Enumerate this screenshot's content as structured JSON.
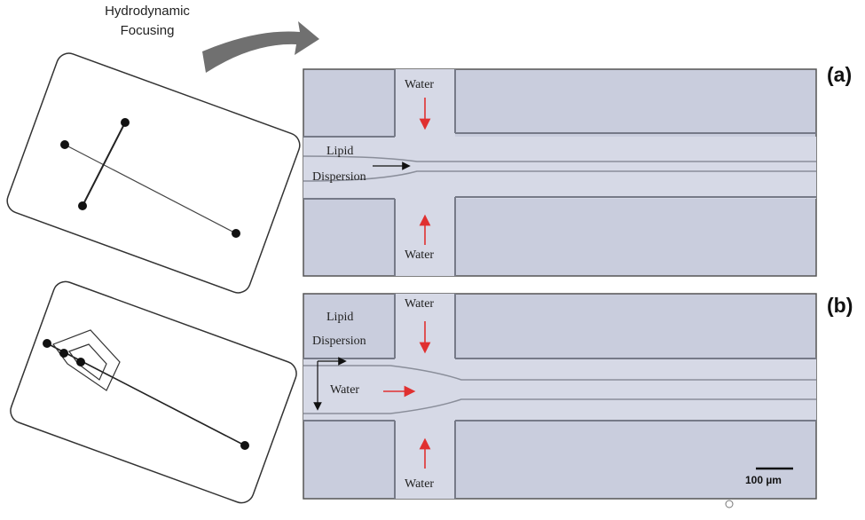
{
  "header": {
    "title_line1": "Hydrodynamic",
    "title_line2": "Focusing"
  },
  "panels": {
    "a": {
      "letter": "(a)",
      "labels": {
        "water_top": "Water",
        "water_bottom": "Water",
        "lipid_line1": "Lipid",
        "lipid_line2": "Dispersion"
      }
    },
    "b": {
      "letter": "(b)",
      "labels": {
        "water_top": "Water",
        "water_bottom": "Water",
        "water_side": "Water",
        "lipid_line1": "Lipid",
        "lipid_line2": "Dispersion"
      },
      "scale_bar": "100 µm"
    }
  },
  "colors": {
    "arrow_red": "#e03030",
    "micro_bg": "#c8ccdc",
    "channel_wall": "#7a7d88",
    "arrow_grey": "#6b6b6b"
  }
}
